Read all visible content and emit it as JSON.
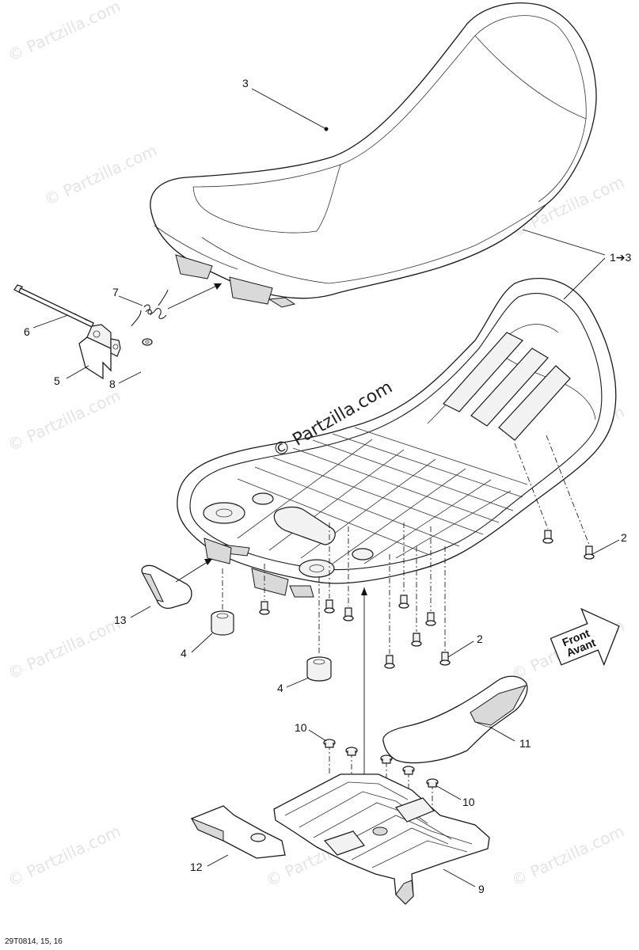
{
  "watermark": "© Partzilla.com",
  "center_watermark": "© Partzilla.com",
  "diagram_code": "29T0814, 15, 16",
  "front_arrow": {
    "line1": "Front",
    "line2": "Avant"
  },
  "callouts": {
    "c3": "3",
    "c1to3": "1➔3",
    "c7": "7",
    "c6": "6",
    "c5": "5",
    "c8": "8",
    "c2a": "2",
    "c2b": "2",
    "c13": "13",
    "c4a": "4",
    "c4b": "4",
    "c10a": "10",
    "c10b": "10",
    "c11": "11",
    "c12": "12",
    "c9": "9"
  }
}
